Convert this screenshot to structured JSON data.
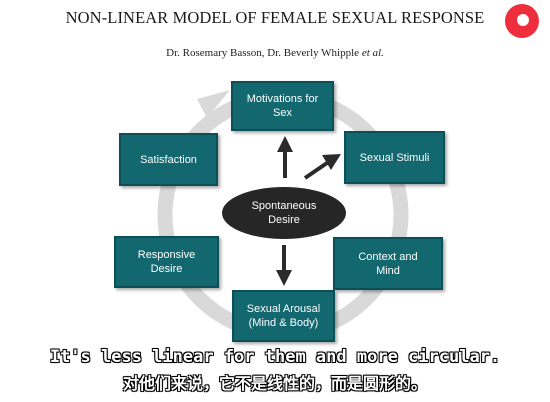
{
  "title": "NON-LINEAR MODEL OF FEMALE SEXUAL RESPONSE",
  "authors": {
    "names": "Dr. Rosemary Basson, Dr. Beverly Whipple ",
    "etal": "et al."
  },
  "nodes": {
    "motivations": "Motivations for\nSex",
    "sexual_stimuli": "Sexual Stimuli",
    "context_mind": "Context and\nMind",
    "sexual_arousal": "Sexual Arousal\n(Mind & Body)",
    "responsive_desire": "Responsive\nDesire",
    "satisfaction": "Satisfaction",
    "spontaneous_desire": "Spontaneous\nDesire"
  },
  "subtitles": {
    "english": "It's less linear for them and more circular.",
    "chinese": "对他们来说，它不是线性的，而是圆形的。"
  },
  "colors": {
    "box_fill": "#13676f",
    "ring": "#d9d9d9",
    "center": "#262626",
    "record_indicator": "#ee2e3c"
  }
}
